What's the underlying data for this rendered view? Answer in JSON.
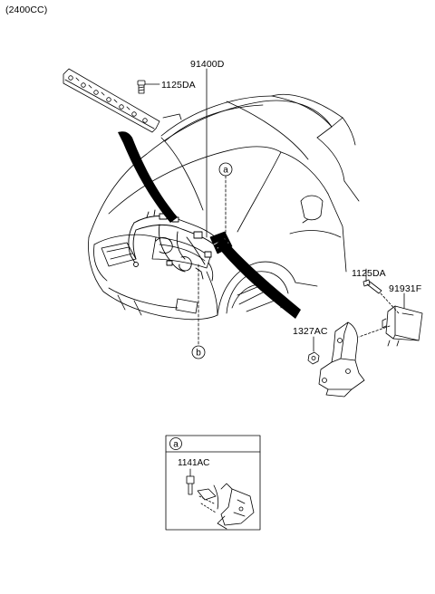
{
  "header": {
    "engine_note": "(2400CC)"
  },
  "parts": {
    "harness_main": "91400D",
    "bolt_top": "1125DA",
    "bolt_right": "1125DA",
    "module": "91931F",
    "nut": "1327AC",
    "inset_bolt": "1141AC"
  },
  "markers": {
    "a": "a",
    "b": "b",
    "inset_a": "a"
  }
}
